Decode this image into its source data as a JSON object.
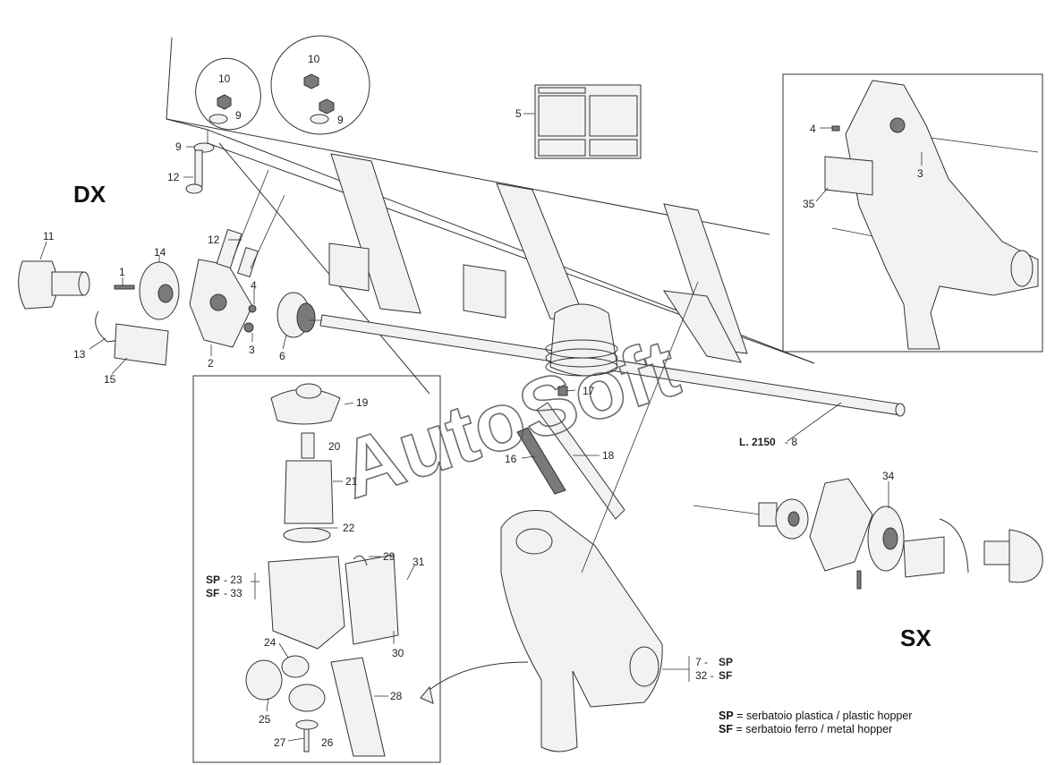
{
  "sections": {
    "right": "DX",
    "left": "SX"
  },
  "labels": {
    "l1": "1",
    "l2": "2",
    "l3a": "3",
    "l3b": "3",
    "l4a": "4",
    "l4b": "4",
    "l5": "5",
    "l6": "6",
    "l9a": "9",
    "l9b": "9",
    "l9c": "9",
    "l10a": "10",
    "l10b": "10",
    "l11": "11",
    "l12a": "12",
    "l12b": "12",
    "l13": "13",
    "l14": "14",
    "l15": "15",
    "l16": "16",
    "l17": "17",
    "l18": "18",
    "l19": "19",
    "l20": "20",
    "l21": "21",
    "l22": "22",
    "l24": "24",
    "l25": "25",
    "l26": "26",
    "l27": "27",
    "l28": "28",
    "l29": "29",
    "l30": "30",
    "l31": "31",
    "l34": "34",
    "l35": "35"
  },
  "variants": {
    "sp": "SP",
    "sf": "SF",
    "sp23": "- 23",
    "sf33": "- 33",
    "v7": "7  -",
    "v32": "32 -"
  },
  "length_note": {
    "prefix": "L. 2150",
    "suffix": "- 8"
  },
  "legend": [
    {
      "code": "SP",
      "text": "= serbatoio plastica / plastic hopper"
    },
    {
      "code": "SF",
      "text": "= serbatoio ferro / metal hopper"
    }
  ],
  "watermark": "AutoSoft"
}
